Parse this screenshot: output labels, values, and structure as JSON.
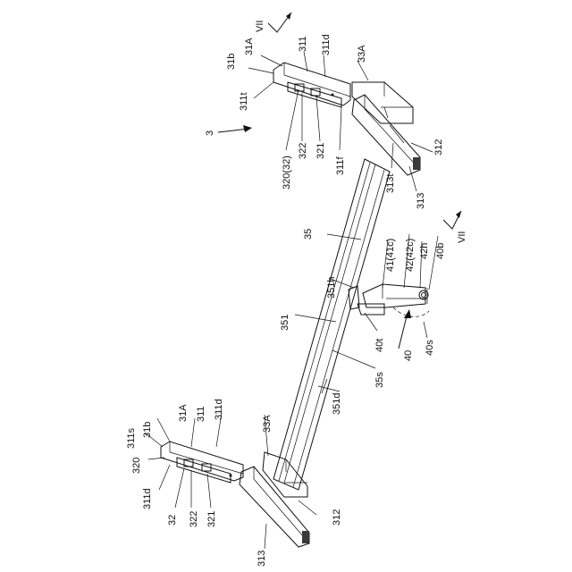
{
  "labels": {
    "vii_top": "VII",
    "vii_right": "VII",
    "ref_3": "3",
    "ref_31b_top": "31b",
    "ref_31A_top": "31A",
    "ref_311_top": "311",
    "ref_311d_top": "311d",
    "ref_33A_top": "33A",
    "ref_311t": "311t",
    "ref_320_32": "320(32)",
    "ref_322_top": "322",
    "ref_321_top": "321",
    "ref_311f": "311f",
    "ref_313t": "313t",
    "ref_312_top": "312",
    "ref_313_top": "313",
    "ref_35": "35",
    "ref_41": "41(41c)",
    "ref_42": "42(42c)",
    "ref_42h": "42h",
    "ref_40b": "40b",
    "ref_351h": "351h",
    "ref_351": "351",
    "ref_40t": "40t",
    "ref_40s": "40s",
    "ref_40": "40",
    "ref_35s": "35s",
    "ref_351d": "351d",
    "ref_311s": "311s",
    "ref_31b_bot": "31b",
    "ref_31A_bot": "31A",
    "ref_311_bot": "311",
    "ref_311d_bot": "311d",
    "ref_33A_bot": "33A",
    "ref_320": "320",
    "ref_311d_left": "311d",
    "ref_32": "32",
    "ref_322_bot": "322",
    "ref_321_bot": "321",
    "ref_312_bot": "312",
    "ref_313_bot": "313"
  }
}
